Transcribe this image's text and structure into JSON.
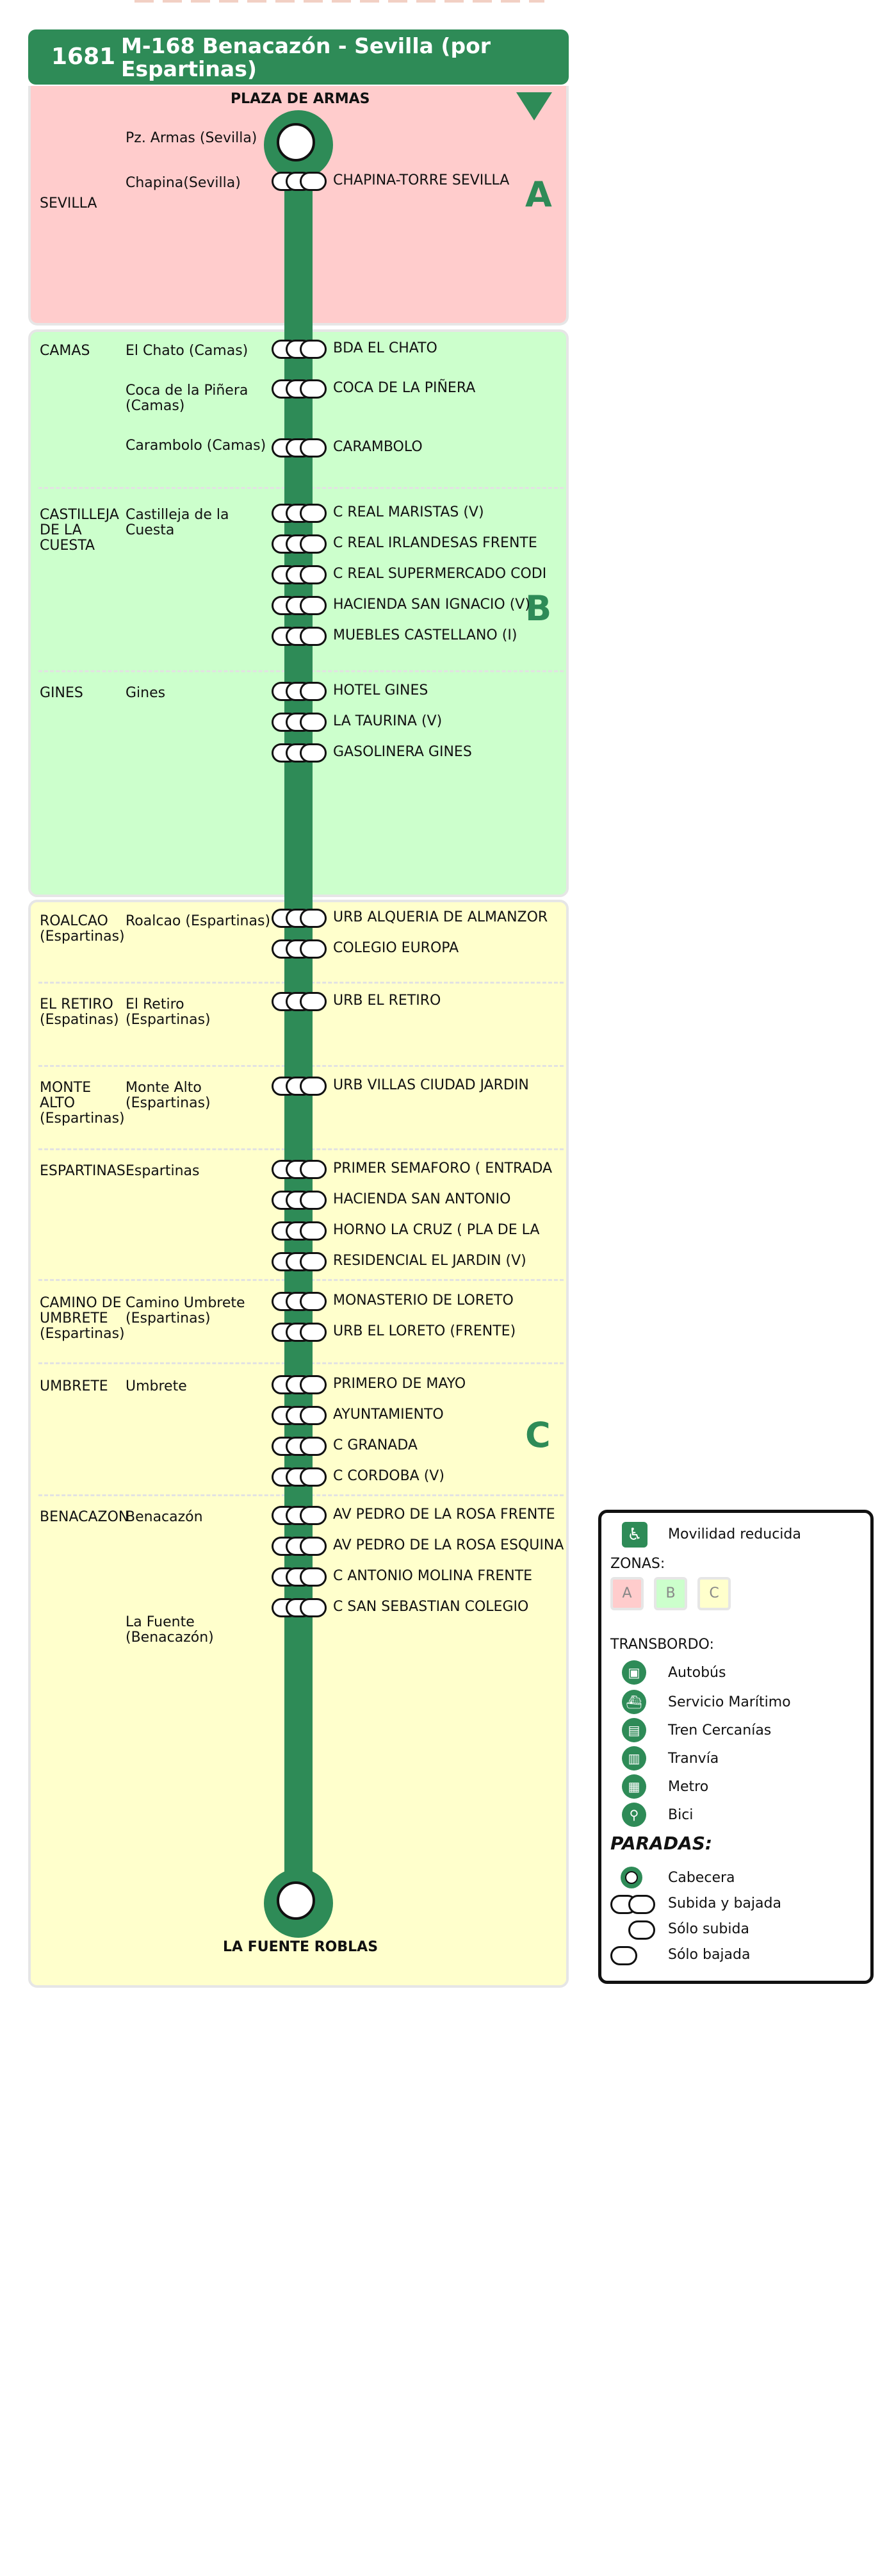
{
  "route": {
    "number": "1681",
    "title": "M-168 Benacazón - Sevilla (por Espartinas)"
  },
  "colors": {
    "line": "#2e8b57",
    "zone_a": "#ffcccc",
    "zone_b": "#ccffcc",
    "zone_c": "#ffffcc"
  },
  "terminals": {
    "start": "PLAZA DE ARMAS",
    "end": "LA FUENTE ROBLAS"
  },
  "zones": [
    {
      "letter": "A"
    },
    {
      "letter": "B"
    },
    {
      "letter": "C"
    }
  ],
  "municipalities": [
    "SEVILLA",
    "CAMAS",
    "CASTILLEJA DE LA CUESTA",
    "GINES",
    "ROALCAO (Espartinas)",
    "EL RETIRO (Espatinas)",
    "MONTE ALTO (Espartinas)",
    "ESPARTINAS",
    "CAMINO DE UMBRETE (Espartinas)",
    "UMBRETE",
    "BENACAZON"
  ],
  "localities": [
    "Pz. Armas (Sevilla)",
    "Chapina(Sevilla)",
    "El Chato (Camas)",
    "Coca de la Piñera (Camas)",
    "Carambolo (Camas)",
    "Castilleja de la Cuesta",
    "Gines",
    "Roalcao (Espartinas)",
    "El Retiro (Espartinas)",
    "Monte Alto (Espartinas)",
    "Espartinas",
    "Camino Umbrete (Espartinas)",
    "Umbrete",
    "Benacazón",
    "La Fuente (Benacazón)"
  ],
  "stops": [
    "CHAPINA-TORRE SEVILLA",
    "BDA EL CHATO",
    "COCA DE LA PIÑERA",
    "CARAMBOLO",
    "C REAL MARISTAS (V)",
    "C REAL IRLANDESAS FRENTE",
    "C REAL SUPERMERCADO CODI",
    "HACIENDA SAN IGNACIO (V)",
    "MUEBLES CASTELLANO (I)",
    "HOTEL GINES",
    "LA TAURINA (V)",
    "GASOLINERA GINES",
    "URB ALQUERIA DE ALMANZOR",
    "COLEGIO EUROPA",
    "URB EL RETIRO",
    "URB VILLAS CIUDAD JARDIN",
    "PRIMER SEMAFORO ( ENTRADA",
    "HACIENDA SAN ANTONIO",
    "HORNO LA CRUZ ( PLA DE LA",
    "RESIDENCIAL EL JARDIN (V)",
    "MONASTERIO DE LORETO",
    "URB EL LORETO (FRENTE)",
    "PRIMERO DE MAYO",
    "AYUNTAMIENTO",
    "C  GRANADA",
    "C  CORDOBA (V)",
    "AV PEDRO DE LA ROSA FRENTE",
    "AV PEDRO DE LA ROSA ESQUINA",
    "C ANTONIO MOLINA FRENTE",
    "C SAN SEBASTIAN COLEGIO"
  ],
  "legend": {
    "reduced_mobility": "Movilidad reducida",
    "zones_label": "ZONAS:",
    "zone_letters": [
      "A",
      "B",
      "C"
    ],
    "transfer_label": "TRANSBORDO:",
    "transfers": [
      {
        "icon": "bus-icon",
        "label": "Autobús"
      },
      {
        "icon": "ferry-icon",
        "label": "Servicio Marítimo"
      },
      {
        "icon": "train-icon",
        "label": "Tren Cercanías"
      },
      {
        "icon": "tram-icon",
        "label": "Tranvía"
      },
      {
        "icon": "metro-icon",
        "label": "Metro"
      },
      {
        "icon": "bike-icon",
        "label": "Bici"
      }
    ],
    "stops_label": "PARADAS:",
    "stop_types": [
      "Cabecera",
      "Subida y bajada",
      "Sólo subida",
      "Sólo bajada"
    ]
  }
}
